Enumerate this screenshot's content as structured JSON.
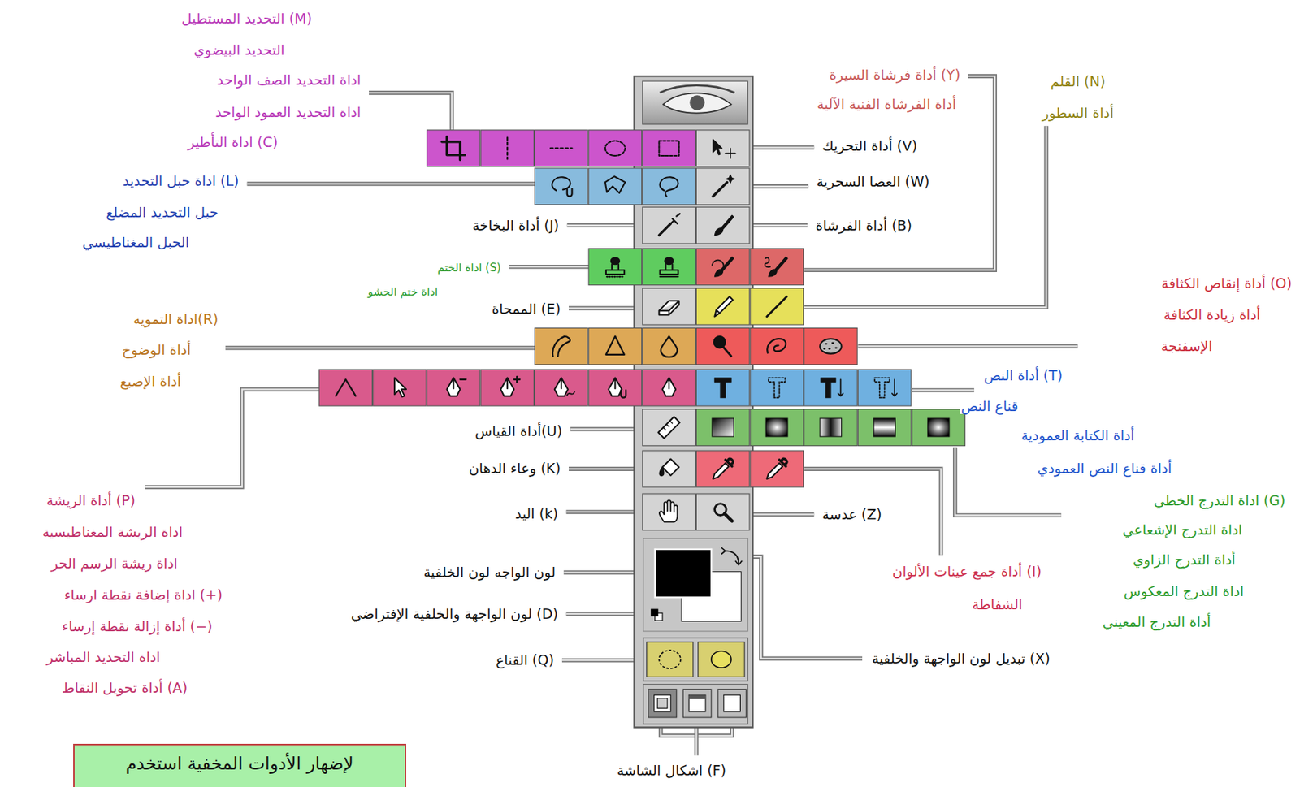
{
  "diagram": {
    "nodes": [
      {
        "text": [
          "لإضهار الأدوات المخفية استخدم"
        ]
      }
    ],
    "labels": [
      "(M) التحديد المستطيل",
      "التحديد البيضوي",
      "اداة التحديد الصف الواحد",
      "اداة التحديد العمود الواحد",
      "(C) اداة التأطير",
      "(Y) أداة فرشاة السيرة",
      "أداة الفرشاة الفنية الآلية",
      "(N) القلم",
      "أداة السطور",
      "(V) أداة التحريك",
      "(L) اداة حبل التحديد",
      "(W) العصا السحرية",
      "حبل التحديد المضلع",
      "(J) أداة البخاخة",
      "(B) أداة الفرشاة",
      "الحبل المغناطيسي",
      "(S) اداة الختم",
      "اداة ختم الحشو",
      "(O) أداة إنقاص الكثافة",
      "(E) الممحاة",
      "أداة زيادة الكثافة",
      "(R)اداة التمويه",
      "الإسفنجة",
      "أداة الوضوح",
      "(T) أداة النص",
      "أداة الإصبع",
      "قناع النص",
      "(U)أداة القياس",
      "أداة الكتابة العمودية",
      "(K) وعاء الدهان",
      "أداة قناع النص العمودي",
      "(P) أداة الريشة",
      "(G) اداة التدرج الخطي",
      "(k) اليد",
      "(Z) عدسة",
      "اداة الريشة المغناطيسية",
      "اداة التدرج الإشعاعي",
      "اداة ريشة الرسم الحر",
      "أداة التدرج الزاوي",
      "(I) أداة جمع عينات الألوان",
      "لون الواجه لون الخلفية",
      "(+) اداة إضافة نقطة ارساء",
      "اداة التدرج المعكوس",
      "الشفاطة",
      "(D) لون الواجهة والخلفية الإفتراضي",
      "أداة التدرج المعيني",
      "(−) أداة إزالة نقطة إرساء",
      "اداة التحديد المباشر",
      "(X) تبديل لون الواجهة والخلفية",
      "(Q) القناع",
      "(A) أداة تحويل النقاط",
      "(F) اشكال الشاشة"
    ]
  }
}
